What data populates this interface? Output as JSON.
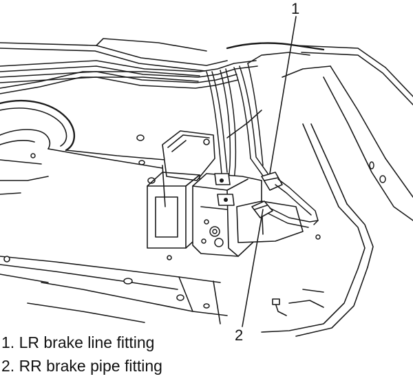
{
  "callouts": [
    {
      "number": "1",
      "label": "LR brake line fitting"
    },
    {
      "number": "2",
      "label": "RR brake pipe fitting"
    }
  ],
  "legend": [
    "1. LR brake line fitting",
    "2. RR brake pipe fitting"
  ]
}
